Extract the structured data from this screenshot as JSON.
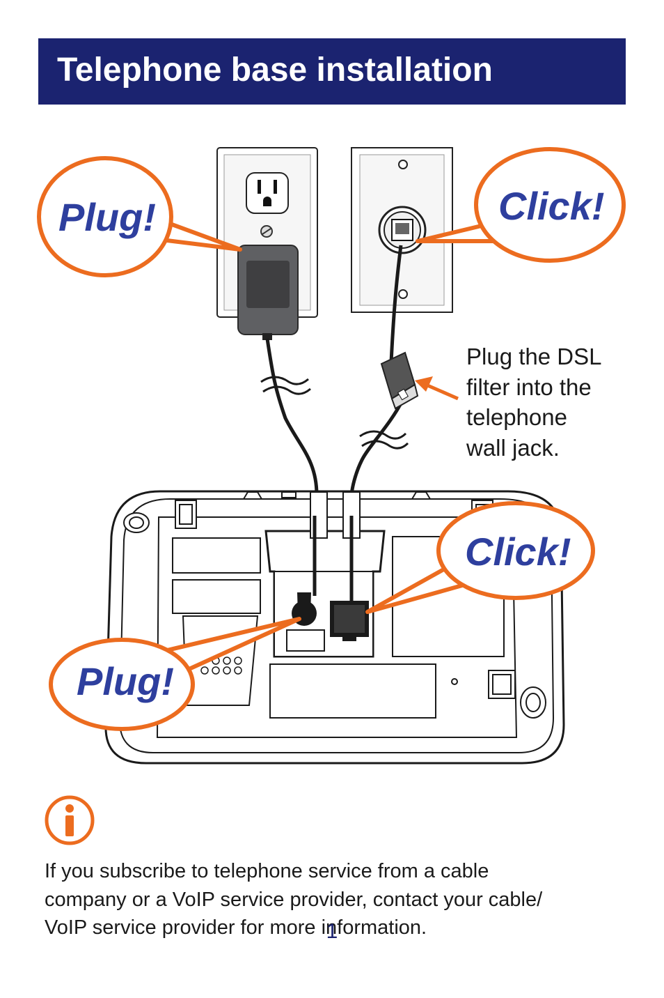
{
  "header": {
    "title": "Telephone base installation"
  },
  "colors": {
    "header_bg": "#1b2370",
    "accent_orange": "#ec6c1f",
    "callout_text_blue": "#2e3f9e"
  },
  "callouts": {
    "plug_top": "Plug!",
    "click_top": "Click!",
    "click_bottom": "Click!",
    "plug_bottom": "Plug!"
  },
  "dsl_note": {
    "lines": [
      "Plug the DSL",
      "filter into the",
      "telephone",
      "wall jack."
    ]
  },
  "icons": [
    "power-outlet-icon",
    "phone-wall-jack-icon",
    "power-adapter-icon",
    "dsl-filter-icon",
    "telephone-base-icon",
    "info-icon"
  ],
  "info": {
    "lines": [
      "If you subscribe to telephone service from a cable",
      "company or a VoIP service provider, contact your cable/",
      "VoIP service provider for more information."
    ]
  },
  "page": {
    "number": "1"
  }
}
